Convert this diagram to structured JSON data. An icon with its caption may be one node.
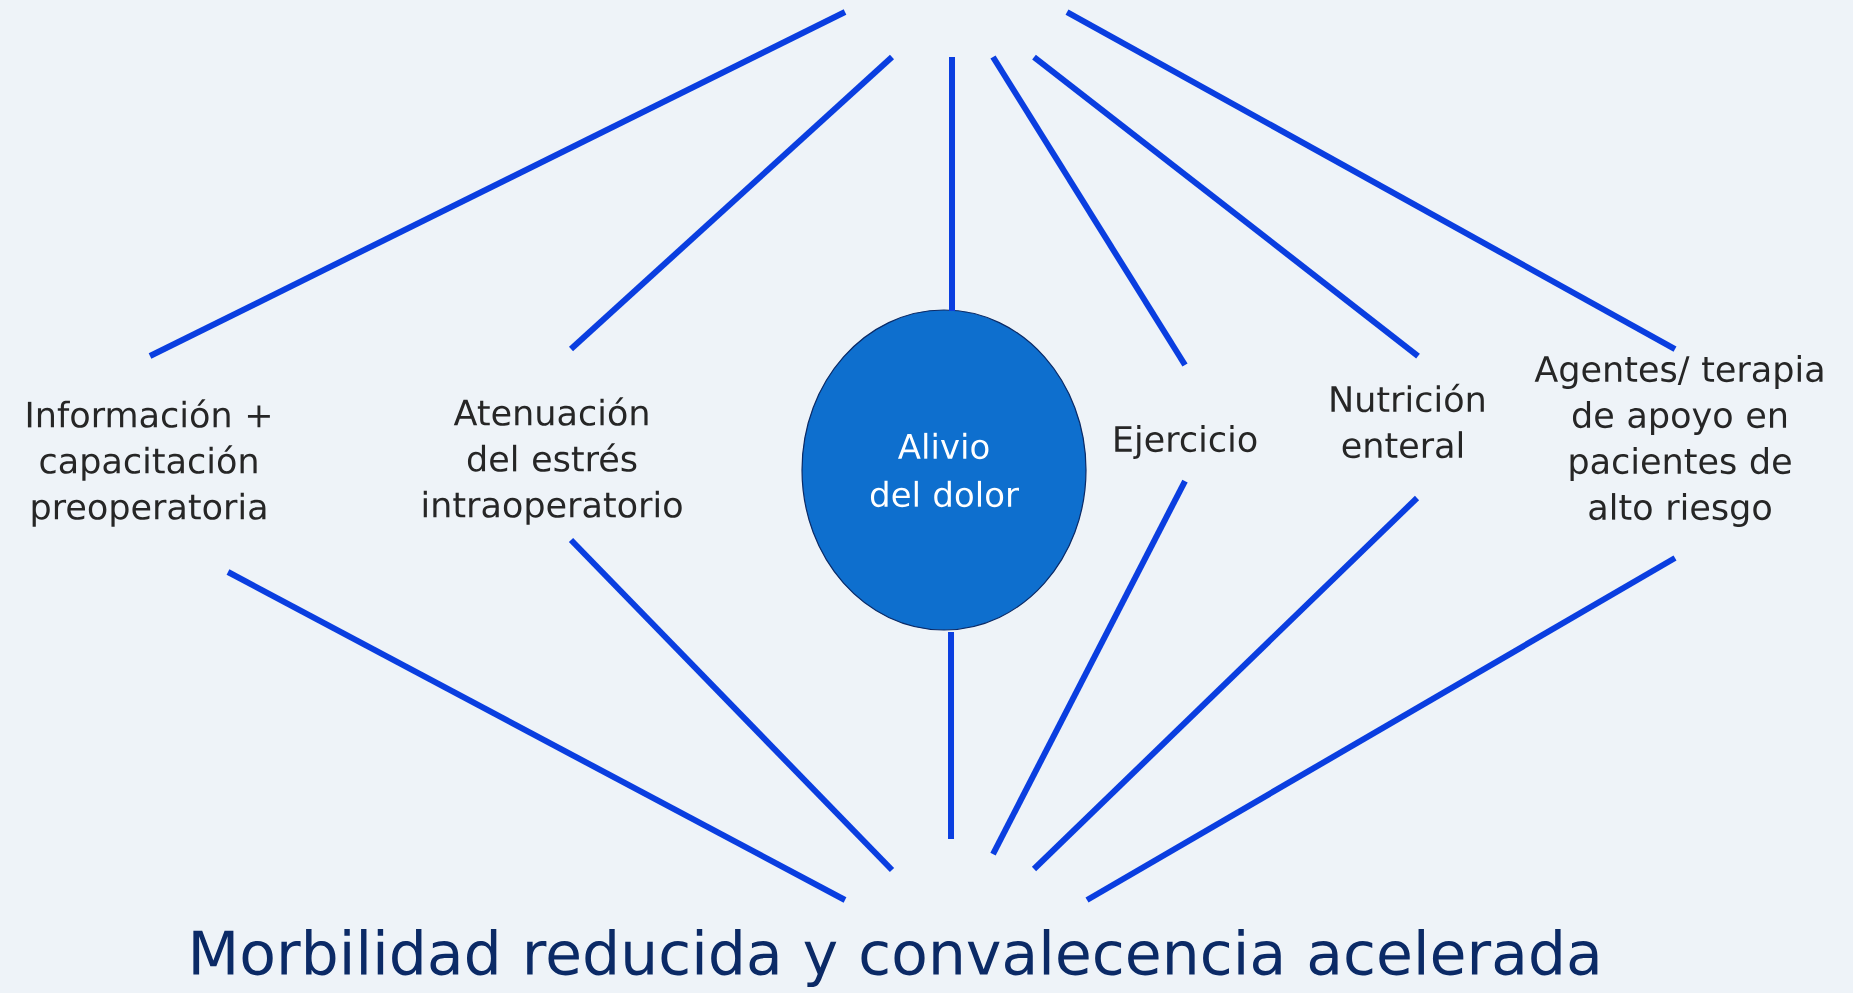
{
  "diagram": {
    "nodes": [
      {
        "text": [
          "Información + capacitación preoperatoria"
        ]
      },
      {
        "text": [
          "Atenuación del estrés intraoperatorio"
        ]
      },
      {
        "text": [
          "Alivio del dolor"
        ]
      },
      {
        "text": [
          "Ejercicio"
        ]
      },
      {
        "text": [
          "Nutrición enteral"
        ]
      },
      {
        "text": [
          "Agentes/ terapia de apoyo en pacientes de alto riesgo"
        ]
      },
      {
        "text": [
          "Morbilidad reducida y convalecencia acelerada"
        ]
      }
    ],
    "edges": [
      {
        "from": null,
        "to": 0,
        "arrow": "none"
      },
      {
        "from": null,
        "to": 1,
        "arrow": "none"
      },
      {
        "from": null,
        "to": 2,
        "arrow": "none"
      },
      {
        "from": null,
        "to": 3,
        "arrow": "none"
      },
      {
        "from": null,
        "to": 4,
        "arrow": "none"
      },
      {
        "from": null,
        "to": 5,
        "arrow": "none"
      },
      {
        "from": 0,
        "to": 6,
        "arrow": "none"
      },
      {
        "from": 1,
        "to": 6,
        "arrow": "none"
      },
      {
        "from": 2,
        "to": 6,
        "arrow": "none"
      },
      {
        "from": 3,
        "to": 6,
        "arrow": "none"
      },
      {
        "from": 4,
        "to": 6,
        "arrow": "none"
      },
      {
        "from": 5,
        "to": 6,
        "arrow": "none"
      }
    ]
  }
}
